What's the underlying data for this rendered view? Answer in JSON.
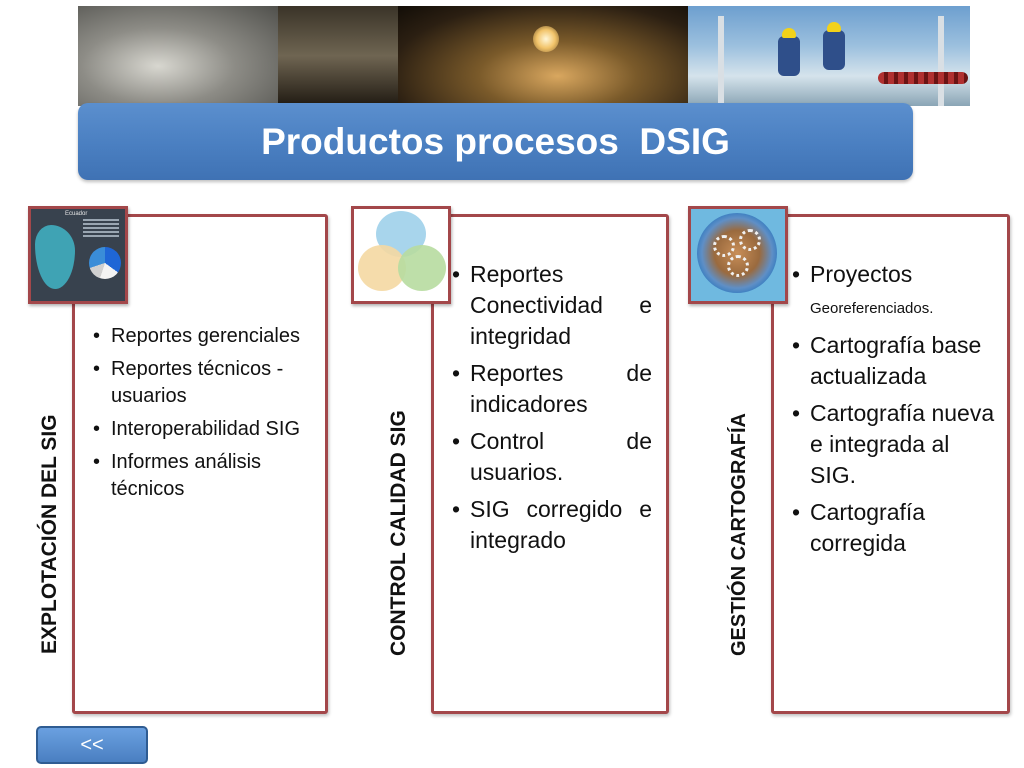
{
  "header": {
    "title": "Productos procesos  DSIG"
  },
  "panels": [
    {
      "heading": "EXPLOTACIÓN DEL SIG",
      "items": [
        "Reportes gerenciales",
        "Reportes técnicos -usuarios",
        "Interoperabilidad SIG",
        "Informes análisis técnicos"
      ]
    },
    {
      "heading": "CONTROL CALIDAD SIG",
      "items": [
        "Reportes Conectividad e integridad",
        "Reportes de indicadores",
        "Control de usuarios.",
        "SIG corregido e integrado"
      ]
    },
    {
      "heading": "GESTIÓN CARTOGRAFÍA",
      "items": [
        "Proyectos",
        "Georeferenciados.",
        "Cartografía base actualizada",
        "Cartografía nueva e integrada al SIG.",
        "Cartografía corregida"
      ]
    }
  ],
  "thumbnails": {
    "map": "Ecuador"
  },
  "nav": {
    "back_label": "<<"
  },
  "colors": {
    "title_bar": "#4a7fc1",
    "panel_border": "#a3474a",
    "button": "#4a7fc1"
  }
}
